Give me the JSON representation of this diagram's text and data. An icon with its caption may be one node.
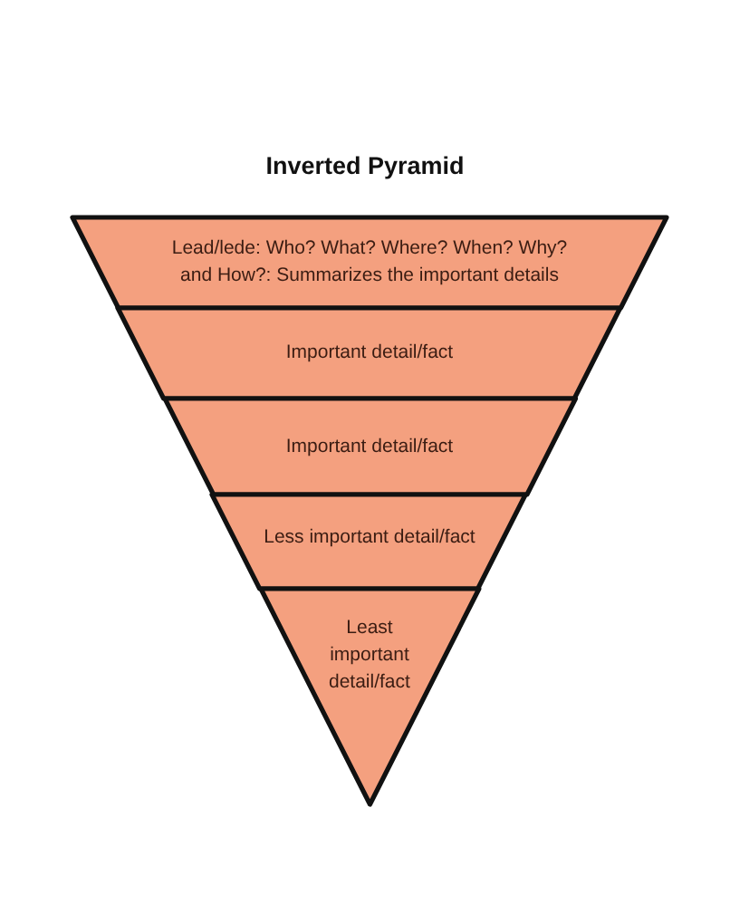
{
  "diagram": {
    "title": "Inverted Pyramid",
    "nodes": [
      {
        "text": [
          "Lead/lede: Who? What? Where? When? Why? and How?: Summarizes the important details"
        ]
      },
      {
        "text": [
          "Important detail/fact"
        ]
      },
      {
        "text": [
          "Important detail/fact"
        ]
      },
      {
        "text": [
          "Less important detail/fact"
        ]
      },
      {
        "text": [
          "Least important detail/fact"
        ]
      }
    ]
  }
}
